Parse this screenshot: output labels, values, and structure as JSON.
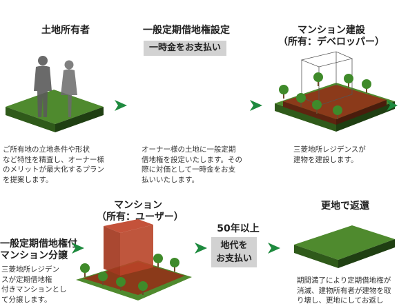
{
  "steps": {
    "s1": {
      "title": "土地所有者",
      "desc": [
        "ご所有地の立地条件や形状",
        "など特性を精査し、オーナー様",
        "のメリットが最大化するプラン",
        "を提案します。"
      ]
    },
    "s2": {
      "title": "一般定期借地権設定",
      "badge": "一時金をお支払い",
      "desc": [
        "オーナー様の土地に一般定期",
        "借地権を設定いたします。その",
        "際に対価として一時金をお支",
        "払いいたします。"
      ]
    },
    "s3": {
      "title_line1": "マンション建設",
      "title_line2": "（所有：デベロッパー）",
      "desc": [
        "三菱地所レジデンスが",
        "建物を建設します。"
      ]
    },
    "s4": {
      "title_line1": "一般定期借地権付",
      "title_line2": "マンション分譲",
      "desc": [
        "三菱地所レジデン",
        "スが定期借地権",
        "付きマンションとし",
        "て分譲します。"
      ]
    },
    "s5": {
      "title_line1": "マンション",
      "title_line2": "（所有：ユーザー）"
    },
    "s6": {
      "years": "50年以上",
      "badge_line1": "地代を",
      "badge_line2": "お支払い"
    },
    "s7": {
      "title": "更地で返還",
      "desc": [
        "期間満了により定期借地権が",
        "消滅、建物所有者が建物を取",
        "り壊し、更地にしてお返し"
      ]
    }
  },
  "colors": {
    "arrow": "#1e8a3e",
    "grass_top": "#4f8a2e",
    "grass_side": "#2f5a1a",
    "grass_side_dark": "#1f3f12",
    "brick_top": "#8b3a1a",
    "brick_side": "#5e2410",
    "building": "#b23a1e",
    "badge": "#d2d2d2"
  }
}
